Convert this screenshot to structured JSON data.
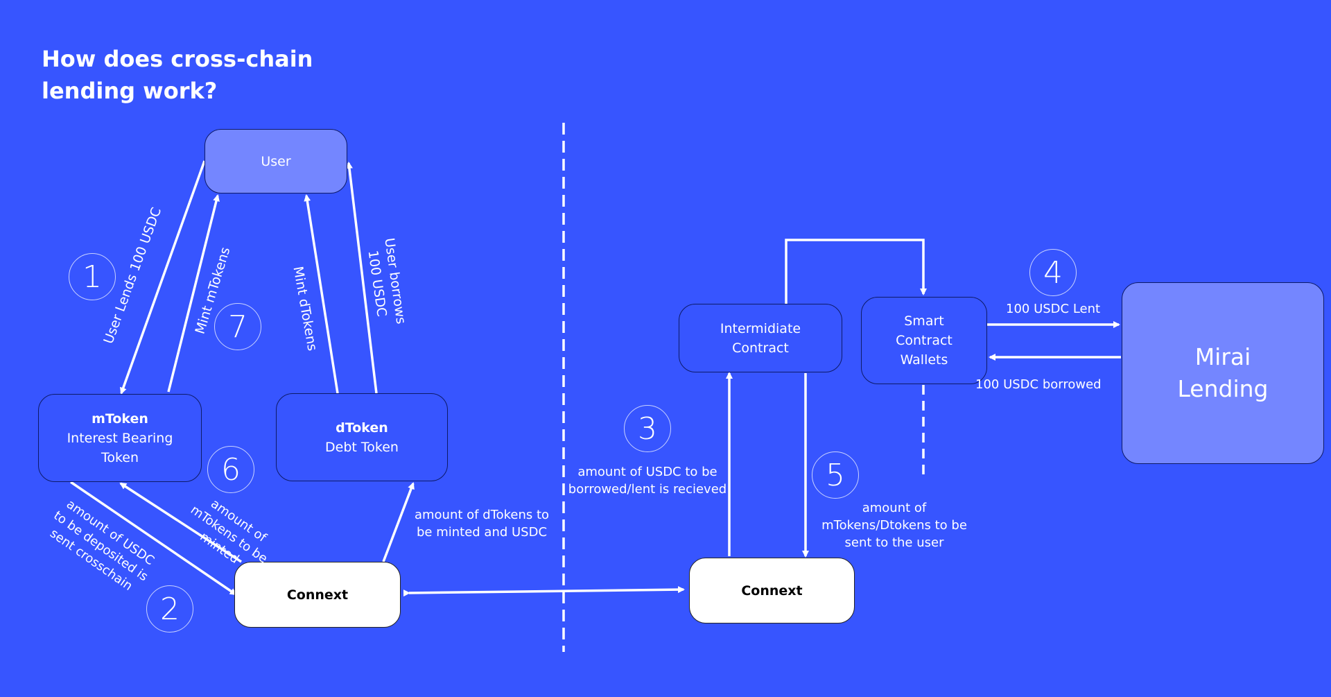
{
  "title": "How does cross-chain lending work?",
  "nodes": {
    "user": "User",
    "mtoken_title": "mToken",
    "mtoken_sub": "Interest Bearing Token",
    "dtoken_title": "dToken",
    "dtoken_sub": "Debt Token",
    "connext_left": "Connext",
    "connext_right": "Connext",
    "intermediate": "Intermidiate Contract",
    "wallets": "Smart Contract Wallets",
    "mirai": "Mirai Lending"
  },
  "steps": [
    "1",
    "2",
    "3",
    "4",
    "5",
    "6",
    "7"
  ],
  "labels": {
    "user_lends": "User Lends 100 USDC",
    "mint_mtokens": "Mint mTokens",
    "mint_dtokens": "Mint dTokens",
    "user_borrows": "User borrows 100 USDC",
    "usdc_deposited": "amount of USDC to be deposited is sent crosschain",
    "mtokens_minted": "amount of mTokens to be minted",
    "dtokens_minted": "amount of dTokens to be minted and USDC",
    "usdc_received": "amount of USDC to be borrowed/lent is recieved",
    "tokens_sent": "amount of mTokens/Dtokens to be sent to the user",
    "usdc_lent": "100 USDC Lent",
    "usdc_borrowed": "100 USDC borrowed"
  },
  "colors": {
    "background": "#3755FF",
    "user_box": "#7486FF",
    "mirai_box": "#7486FF"
  }
}
